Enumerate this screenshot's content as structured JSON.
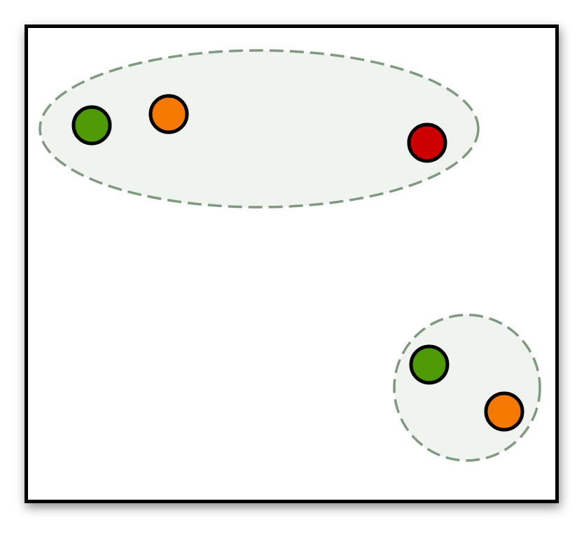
{
  "diagram": {
    "cluster_style": {
      "fill": "#f1f3f0",
      "stroke": "#7f9a7f"
    },
    "clusters": [
      {
        "name": "cluster-top",
        "members": [
          {
            "name": "node-green-1",
            "color": "#4e9a06"
          },
          {
            "name": "node-orange-1",
            "color": "#f57900"
          },
          {
            "name": "node-red-1",
            "color": "#cc0000"
          }
        ]
      },
      {
        "name": "cluster-bottom-right",
        "members": [
          {
            "name": "node-green-2",
            "color": "#4e9a06"
          },
          {
            "name": "node-orange-2",
            "color": "#f57900"
          }
        ]
      }
    ],
    "node_outline": "#000000"
  }
}
